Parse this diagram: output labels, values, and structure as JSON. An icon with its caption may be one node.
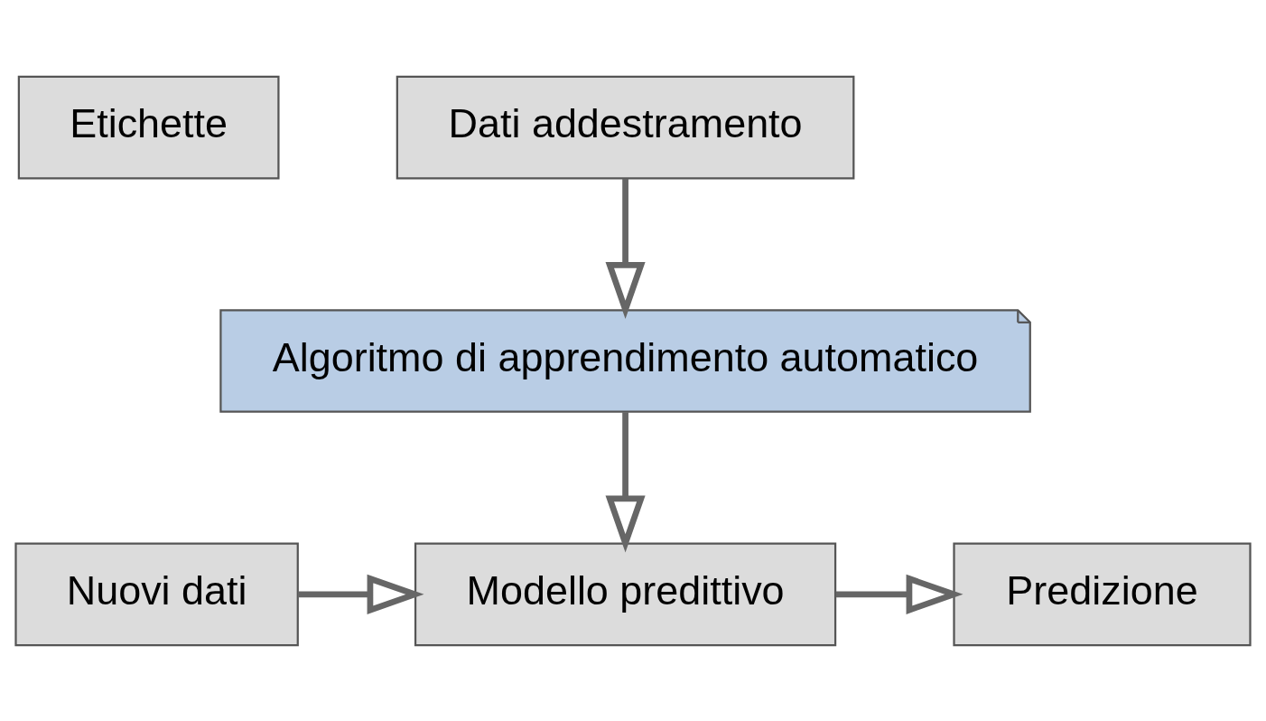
{
  "diagram": {
    "nodes": [
      {
        "text": [
          "Etichette"
        ]
      },
      {
        "text": [
          "Dati addestramento"
        ]
      },
      {
        "text": [
          "Algoritmo di apprendimento automatico"
        ]
      },
      {
        "text": [
          "Nuovi dati"
        ]
      },
      {
        "text": [
          "Modello predittivo"
        ]
      },
      {
        "text": [
          "Predizione"
        ]
      }
    ],
    "edges": [
      {
        "from": 1,
        "to": 2,
        "arrow": "to"
      },
      {
        "from": 2,
        "to": 4,
        "arrow": "to"
      },
      {
        "from": 3,
        "to": 4,
        "arrow": "to"
      },
      {
        "from": 4,
        "to": 5,
        "arrow": "to"
      }
    ]
  }
}
